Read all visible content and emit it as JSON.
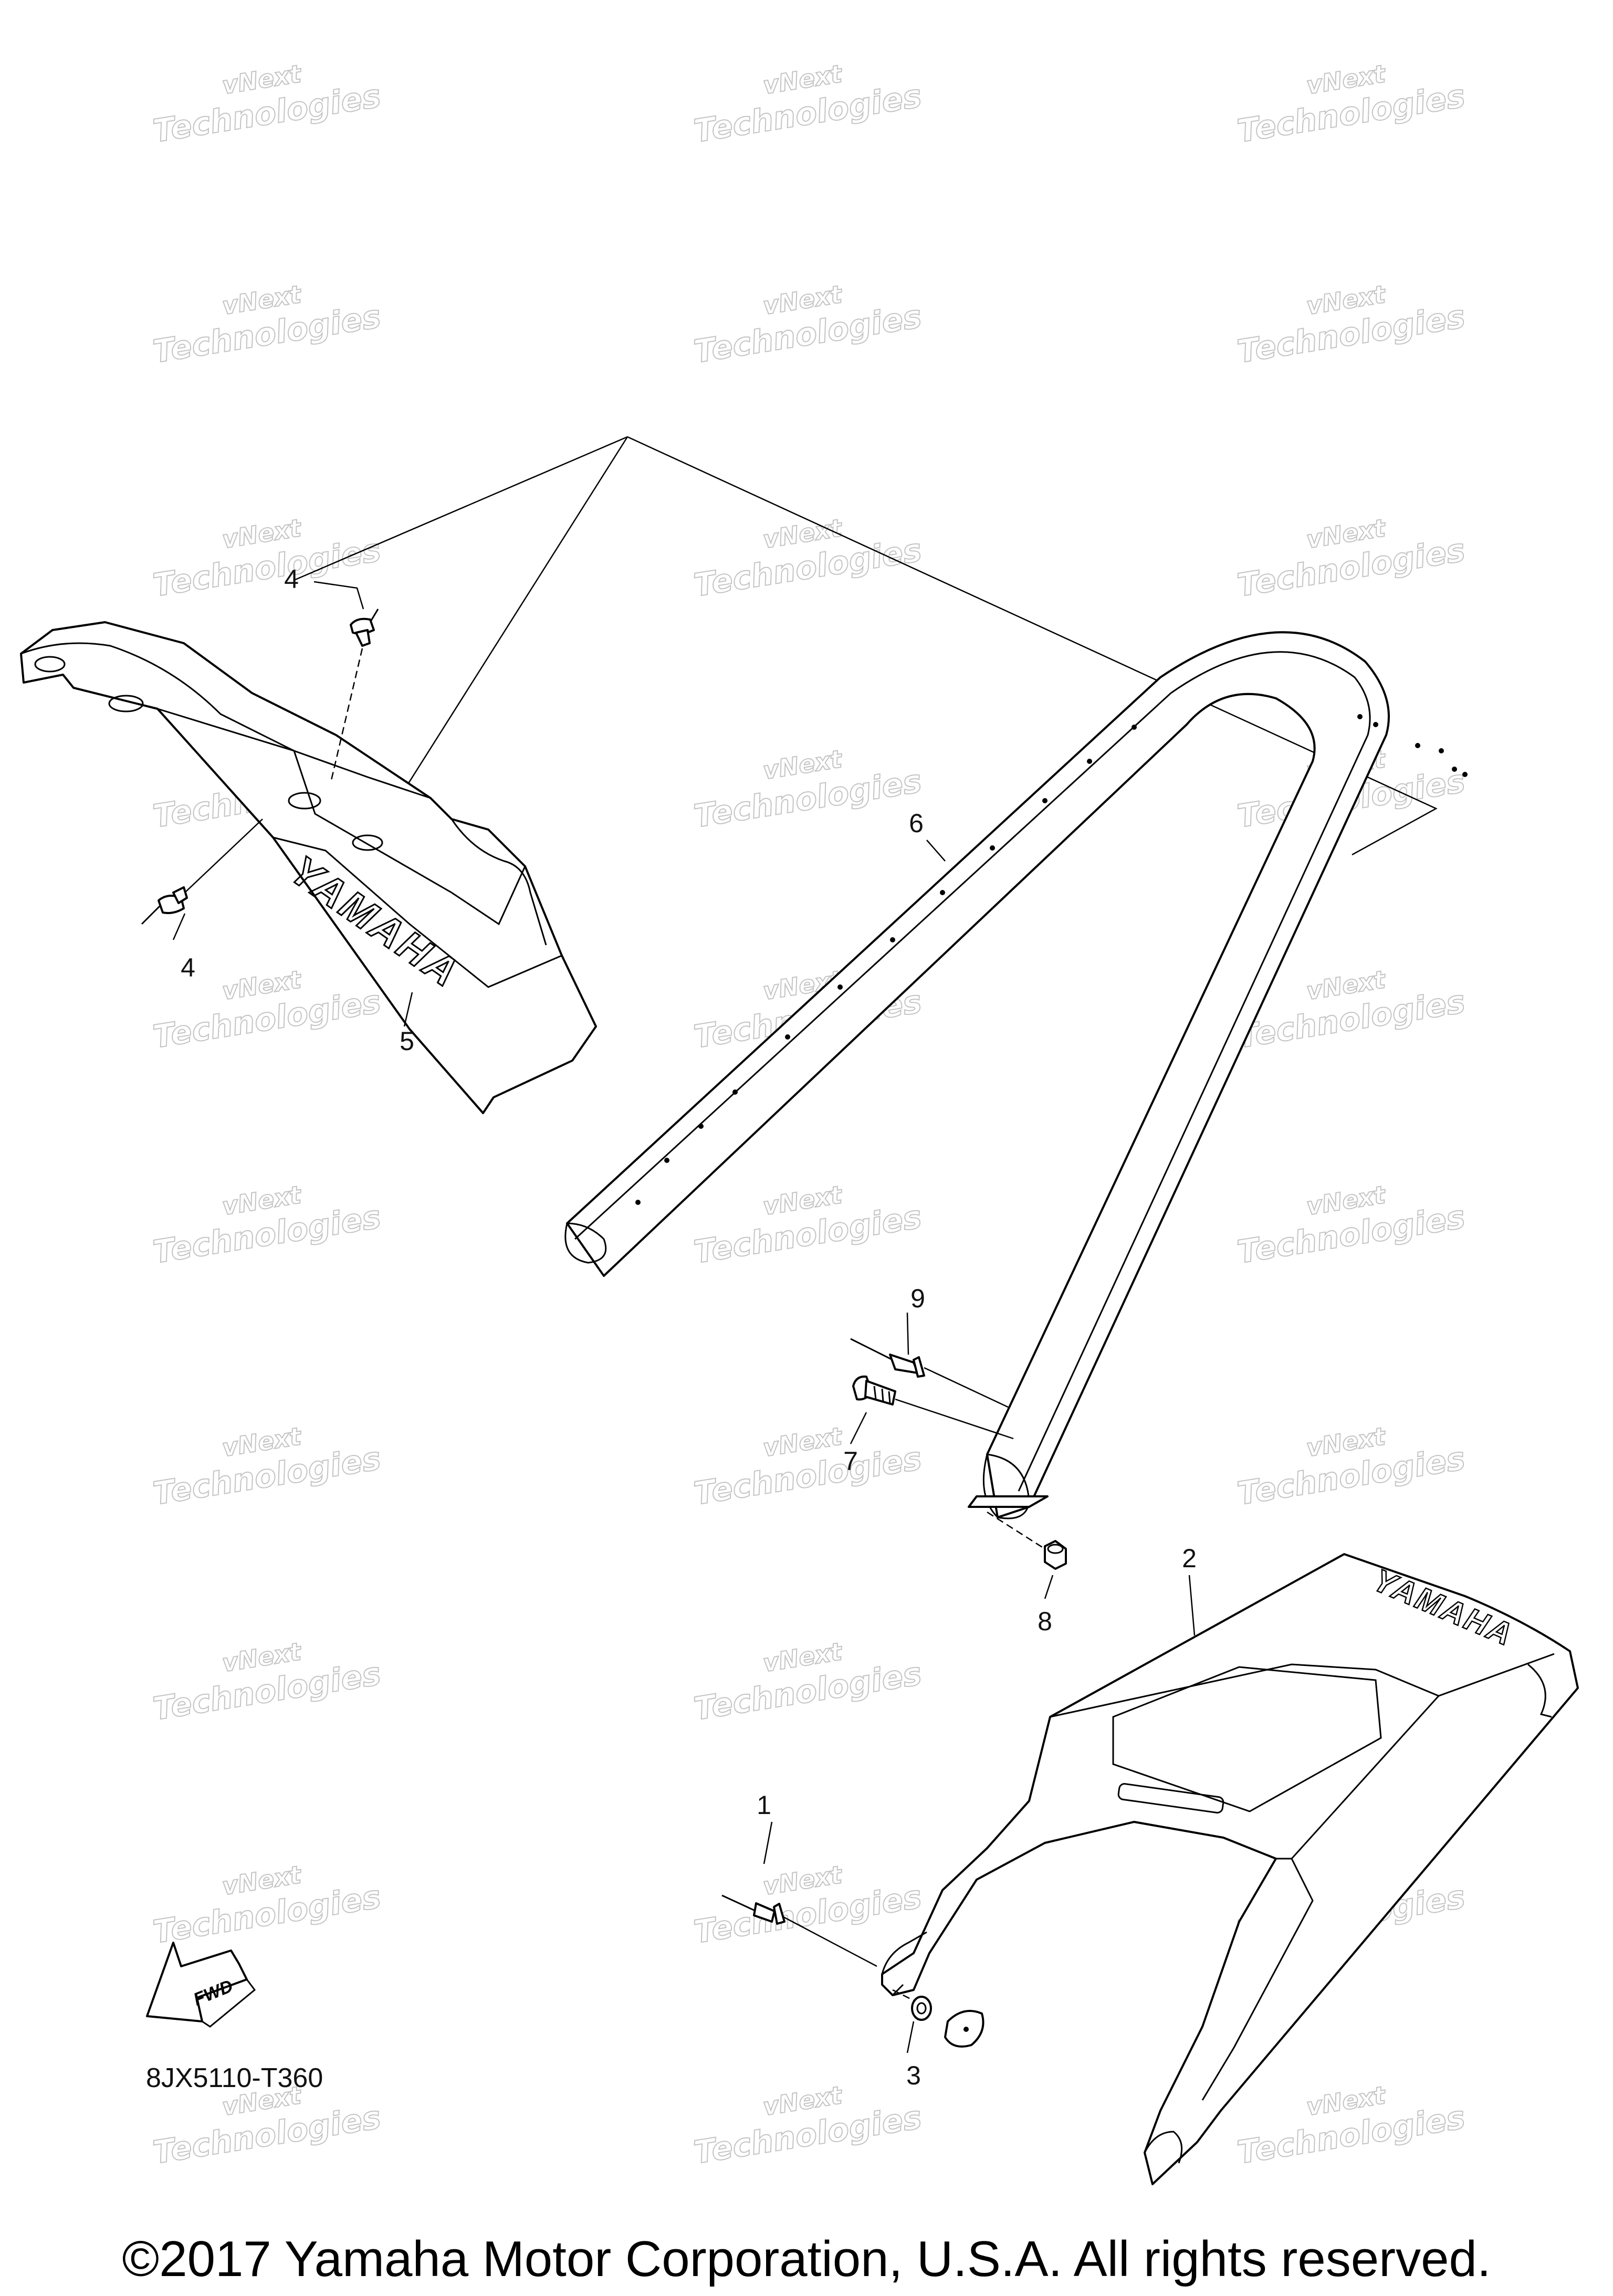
{
  "diagram": {
    "watermark": {
      "line1": "vNext",
      "line2": "Technologies"
    },
    "callouts": [
      {
        "id": "c1",
        "label": "1"
      },
      {
        "id": "c2",
        "label": "2"
      },
      {
        "id": "c3",
        "label": "3"
      },
      {
        "id": "c4a",
        "label": "4"
      },
      {
        "id": "c4b",
        "label": "4"
      },
      {
        "id": "c5",
        "label": "5"
      },
      {
        "id": "c6",
        "label": "6"
      },
      {
        "id": "c7",
        "label": "7"
      },
      {
        "id": "c8",
        "label": "8"
      },
      {
        "id": "c9",
        "label": "9"
      }
    ],
    "fwd_label": "FWD",
    "diagram_code": "8JX5110-T360",
    "seat_brand": "YAMAHA",
    "grab_bar_brand": "YAMAHA",
    "copyright": "©2017 Yamaha Motor Corporation, U.S.A. All rights reserved."
  }
}
